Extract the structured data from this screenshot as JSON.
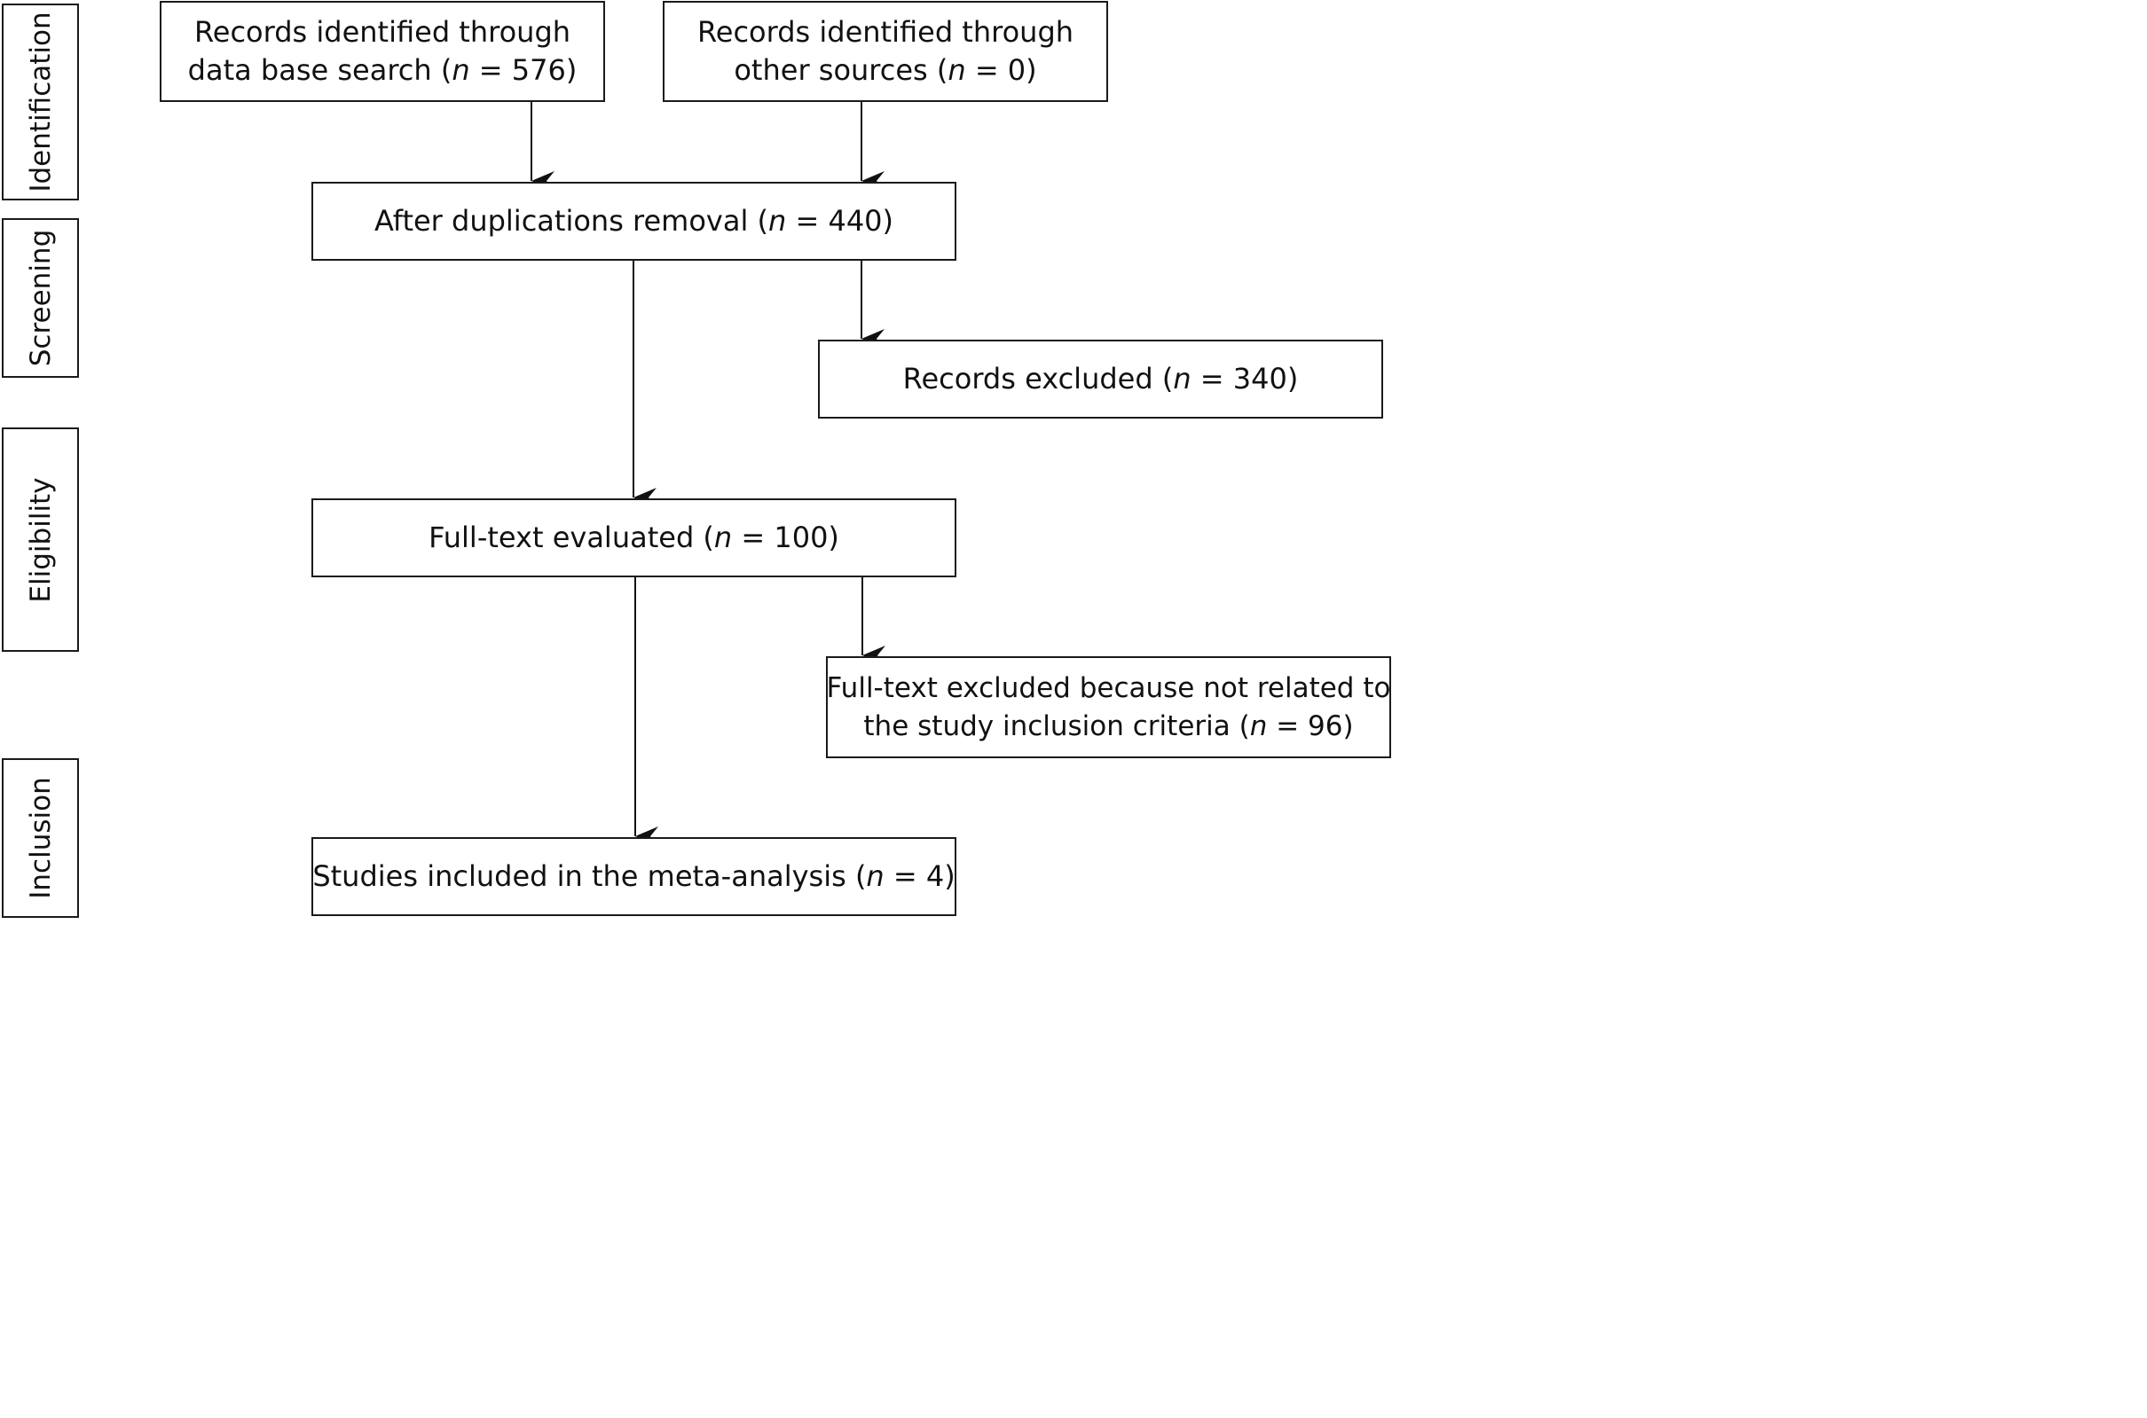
{
  "phases": [
    {
      "label": "Identification"
    },
    {
      "label": "Screening"
    },
    {
      "label": "Eligibility"
    },
    {
      "label": "Inclusion"
    }
  ],
  "nodes": {
    "database_search": {
      "lines": [
        {
          "text": "Records identified through"
        },
        {
          "pre": "data base search (",
          "n_symbol": "n",
          "post": " = 576)"
        }
      ]
    },
    "other_sources": {
      "lines": [
        {
          "text": "Records identified through"
        },
        {
          "pre": "other sources (",
          "n_symbol": "n",
          "post": " = 0)"
        }
      ]
    },
    "after_duplicates": {
      "lines": [
        {
          "pre": "After duplications removal (",
          "n_symbol": "n",
          "post": " = 440)"
        }
      ]
    },
    "records_excluded": {
      "lines": [
        {
          "pre": "Records excluded (",
          "n_symbol": "n",
          "post": " = 340)"
        }
      ]
    },
    "fulltext_evaluated": {
      "lines": [
        {
          "pre": "Full-text evaluated (",
          "n_symbol": "n",
          "post": " = 100)"
        }
      ]
    },
    "fulltext_excluded": {
      "lines": [
        {
          "text": "Full-text excluded because not related to"
        },
        {
          "pre": "the study inclusion criteria (",
          "n_symbol": "n",
          "post": " = 96)"
        }
      ]
    },
    "included": {
      "lines": [
        {
          "pre": "Studies included in the meta-analysis (",
          "n_symbol": "n",
          "post": " = 4)"
        }
      ]
    }
  },
  "edges": [
    {
      "from": "database_search",
      "to": "after_duplicates"
    },
    {
      "from": "other_sources",
      "to": "after_duplicates"
    },
    {
      "from": "after_duplicates",
      "to": "records_excluded"
    },
    {
      "from": "after_duplicates",
      "to": "fulltext_evaluated"
    },
    {
      "from": "fulltext_evaluated",
      "to": "fulltext_excluded"
    },
    {
      "from": "fulltext_evaluated",
      "to": "included"
    }
  ]
}
